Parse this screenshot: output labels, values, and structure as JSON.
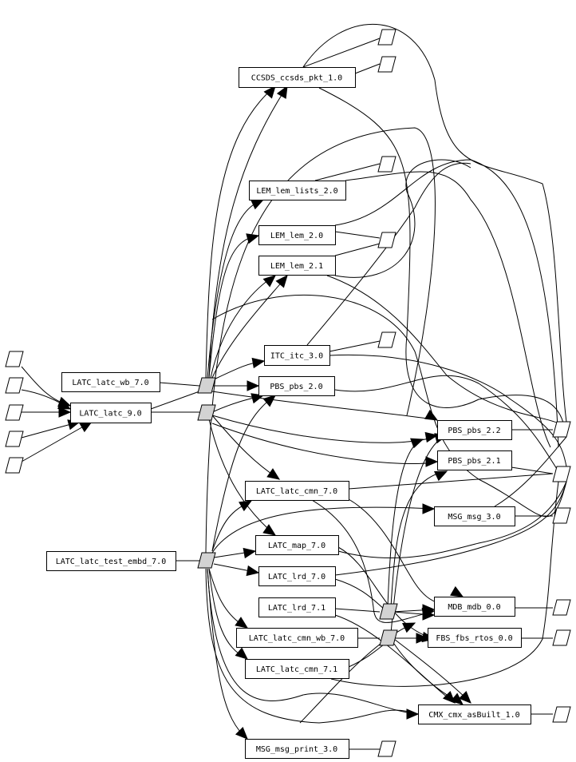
{
  "diagram": {
    "type": "dependency-graph",
    "colors": {
      "background": "#ffffff",
      "stroke": "#000000",
      "junction_fill": "#d3d3d3",
      "leaf_fill": "#ffffff"
    },
    "nodes": [
      {
        "id": "ccsds",
        "label": "CCSDS_ccsds_pkt_1.0"
      },
      {
        "id": "lem_lists",
        "label": "LEM_lem_lists_2.0"
      },
      {
        "id": "lem20",
        "label": "LEM_lem_2.0"
      },
      {
        "id": "lem21",
        "label": "LEM_lem_2.1"
      },
      {
        "id": "itc",
        "label": "ITC_itc_3.0"
      },
      {
        "id": "pbs20",
        "label": "PBS_pbs_2.0"
      },
      {
        "id": "latc_wb",
        "label": "LATC_latc_wb_7.0"
      },
      {
        "id": "latc9",
        "label": "LATC_latc_9.0"
      },
      {
        "id": "pbs22",
        "label": "PBS_pbs_2.2"
      },
      {
        "id": "pbs21",
        "label": "PBS_pbs_2.1"
      },
      {
        "id": "cmn70",
        "label": "LATC_latc_cmn_7.0"
      },
      {
        "id": "msg30",
        "label": "MSG_msg_3.0"
      },
      {
        "id": "test_embd",
        "label": "LATC_latc_test_embd_7.0"
      },
      {
        "id": "map",
        "label": "LATC_map_7.0"
      },
      {
        "id": "lrd70",
        "label": "LATC_lrd_7.0"
      },
      {
        "id": "lrd71",
        "label": "LATC_lrd_7.1"
      },
      {
        "id": "mdb",
        "label": "MDB_mdb_0.0"
      },
      {
        "id": "cmn_wb",
        "label": "LATC_latc_cmn_wb_7.0"
      },
      {
        "id": "fbs",
        "label": "FBS_fbs_rtos_0.0"
      },
      {
        "id": "cmn71",
        "label": "LATC_latc_cmn_7.1"
      },
      {
        "id": "cmx",
        "label": "CMX_cmx_asBuilt_1.0"
      },
      {
        "id": "msg_print",
        "label": "MSG_msg_print_3.0"
      }
    ]
  }
}
